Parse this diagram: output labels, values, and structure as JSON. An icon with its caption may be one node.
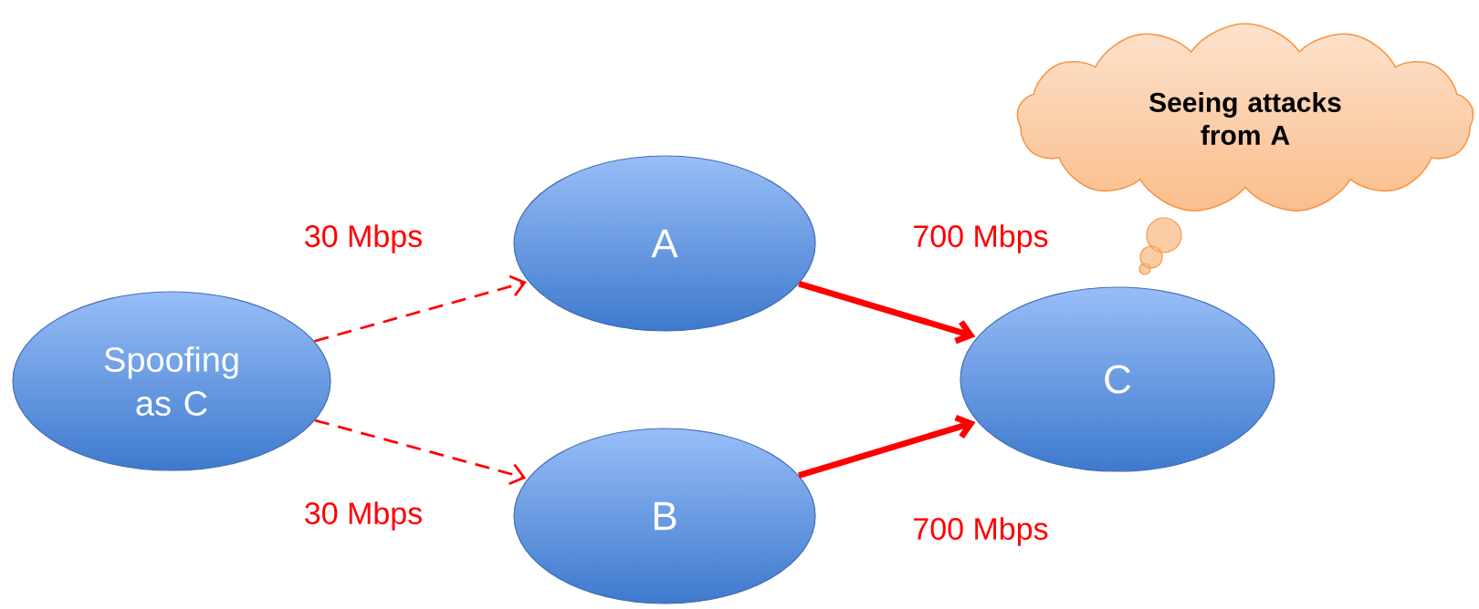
{
  "diagram": {
    "nodes": [
      {
        "text": [
          "Spoofing as C"
        ]
      },
      {
        "text": [
          "A"
        ]
      },
      {
        "text": [
          "B"
        ]
      },
      {
        "text": [
          "C"
        ]
      },
      {
        "text": [
          "Seeing attacks from A"
        ]
      }
    ],
    "edges": [
      {
        "from": 0,
        "to": 1,
        "arrow": "to",
        "style": "dashed",
        "label": "30 Mbps"
      },
      {
        "from": 0,
        "to": 2,
        "arrow": "to",
        "style": "dashed",
        "label": "30 Mbps"
      },
      {
        "from": 1,
        "to": 3,
        "arrow": "to",
        "style": "thick",
        "label": "700 Mbps"
      },
      {
        "from": 2,
        "to": 3,
        "arrow": "to",
        "style": "thick",
        "label": "700 Mbps"
      }
    ]
  }
}
